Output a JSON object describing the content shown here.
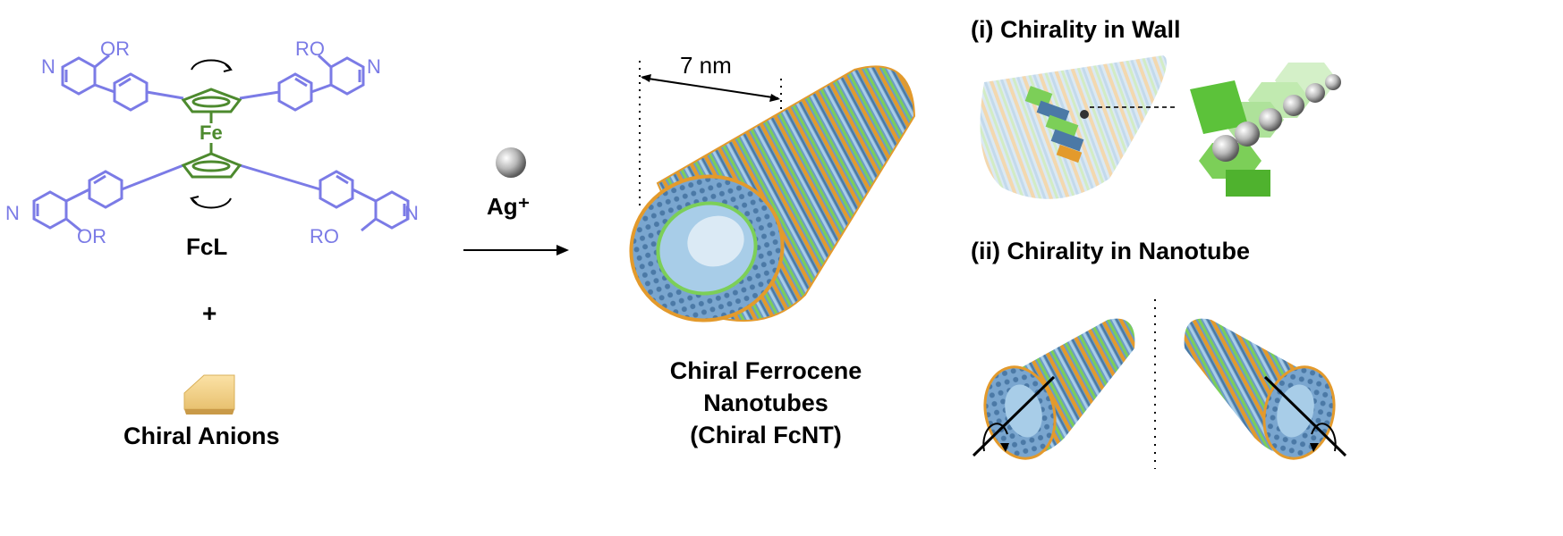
{
  "molecule": {
    "name": "FcL",
    "metal": "Fe",
    "substituent_or": "OR",
    "substituent_ro": "RO",
    "nitrogen": "N",
    "plus": "+",
    "anion_label": "Chiral Anions"
  },
  "reaction": {
    "reagent": "Ag⁺"
  },
  "nanotube": {
    "diameter_label": "7 nm",
    "title_line1": "Chiral Ferrocene",
    "title_line2": "Nanotubes",
    "title_line3": "(Chiral FcNT)"
  },
  "panels": {
    "wall_title": "(i) Chirality in Wall",
    "tube_title": "(ii) Chirality in Nanotube"
  },
  "colors": {
    "ligand": "#7b7be6",
    "ferrocene": "#4d8a2e",
    "orange": "#e39a2c",
    "blue": "#6d9bc4",
    "green": "#7ccf58",
    "anion": "#f6d68c"
  }
}
